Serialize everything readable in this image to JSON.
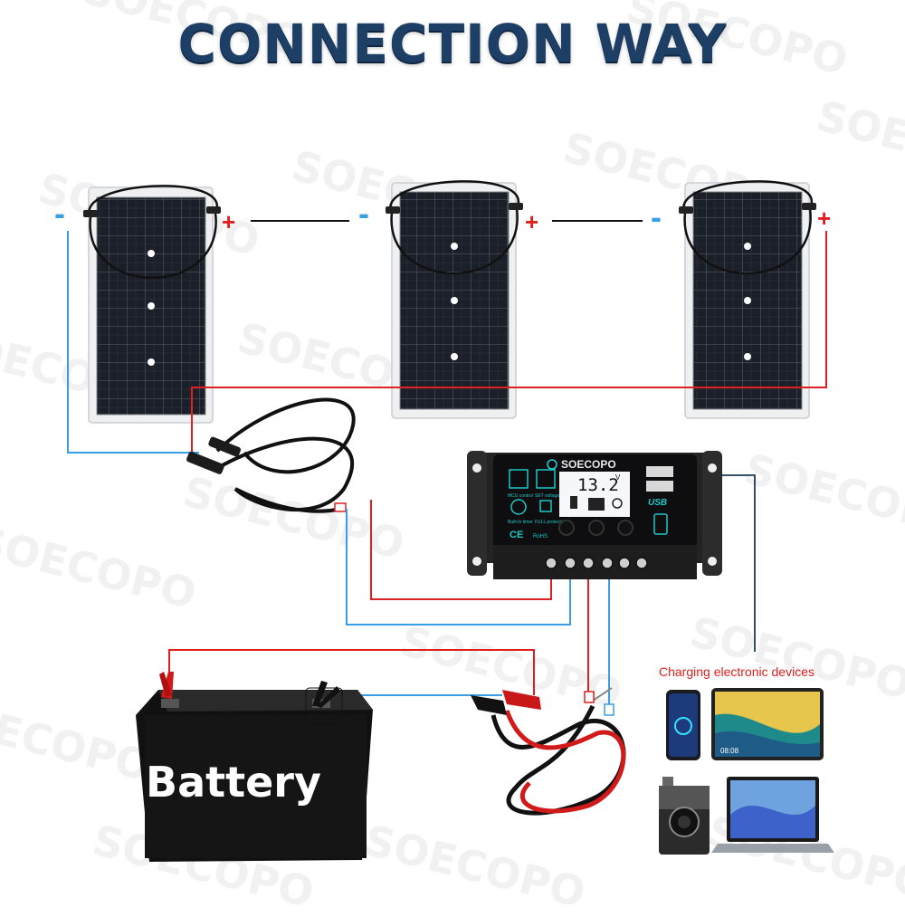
{
  "title": "CONNECTION WAY",
  "watermark": "SOECOPO",
  "panels": [
    {
      "minus": "-",
      "plus": "+"
    },
    {
      "minus": "-",
      "plus": "+"
    },
    {
      "minus": "-",
      "plus": "+"
    }
  ],
  "controller": {
    "brand": "SOECOPO",
    "lcd_value": "13.2",
    "lcd_unit": "V",
    "usb_label": "USB",
    "ce_mark": "CE",
    "rohs_mark": "RoHS",
    "icon_labels": [
      "MCU control",
      "SET voltage",
      "Built-in timer",
      "FULL protection"
    ]
  },
  "battery": {
    "label": "Battery"
  },
  "devices": {
    "label": "Charging electronic devices",
    "tablet_time": "08:08"
  },
  "colors": {
    "positive": "#e02020",
    "negative": "#3a9ee4",
    "title": "#1d3f66"
  }
}
